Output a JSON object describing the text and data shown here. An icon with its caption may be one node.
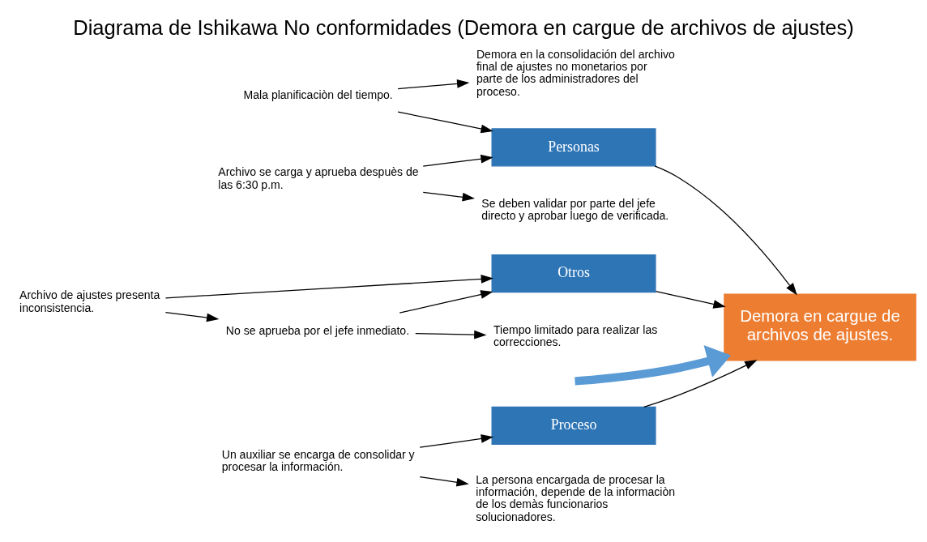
{
  "diagram": {
    "title": "Diagrama de Ishikawa No conformidades (Demora en cargue de archivos de ajustes)",
    "nodes": [
      {
        "text": [
          "Proceso"
        ]
      },
      {
        "text": [
          "Personas"
        ]
      },
      {
        "text": [
          "Otros"
        ]
      },
      {
        "text": [
          "Demora en cargue de archivos de ajustes."
        ]
      },
      {
        "text": [
          "Un auxiliar se encarga de consolidar y procesar la información."
        ]
      },
      {
        "text": [
          "La persona encargada de procesar la información, depende de la informaciòn de los demàs funcionarios solucionadores."
        ]
      },
      {
        "text": [
          "Mala planificaciòn del tiempo."
        ]
      },
      {
        "text": [
          "Demora en la consolidación del archivo final de ajustes no monetarios por parte de los administradores del proceso."
        ]
      },
      {
        "text": [
          "Archivo se carga y aprueba despuès de las 6:30 p.m."
        ]
      },
      {
        "text": [
          "Se deben validar por parte del jefe directo y aprobar luego de verificada."
        ]
      },
      {
        "text": [
          "Archivo de ajustes presenta inconsistencia."
        ]
      },
      {
        "text": [
          "No se aprueba por el jefe inmediato."
        ]
      },
      {
        "text": [
          "Tiempo limitado para realizar las correcciones."
        ]
      }
    ],
    "edges": [
      {
        "from": null,
        "to": 3,
        "arrow": "to",
        "style": "thick",
        "color": "#5b9bd5"
      },
      {
        "from": 0,
        "to": 3,
        "arrow": "to"
      },
      {
        "from": 1,
        "to": 3,
        "arrow": "to"
      },
      {
        "from": 2,
        "to": 3,
        "arrow": "to"
      },
      {
        "from": 4,
        "to": 0,
        "arrow": "to"
      },
      {
        "from": 4,
        "to": 5,
        "arrow": "to"
      },
      {
        "from": 6,
        "to": 1,
        "arrow": "to"
      },
      {
        "from": 6,
        "to": 7,
        "arrow": "to"
      },
      {
        "from": 8,
        "to": 1,
        "arrow": "to"
      },
      {
        "from": 8,
        "to": 9,
        "arrow": "to"
      },
      {
        "from": 10,
        "to": 2,
        "arrow": "to"
      },
      {
        "from": 10,
        "to": 11,
        "arrow": "to"
      },
      {
        "from": 11,
        "to": 2,
        "arrow": "to"
      },
      {
        "from": 11,
        "to": 12,
        "arrow": "to"
      }
    ]
  }
}
